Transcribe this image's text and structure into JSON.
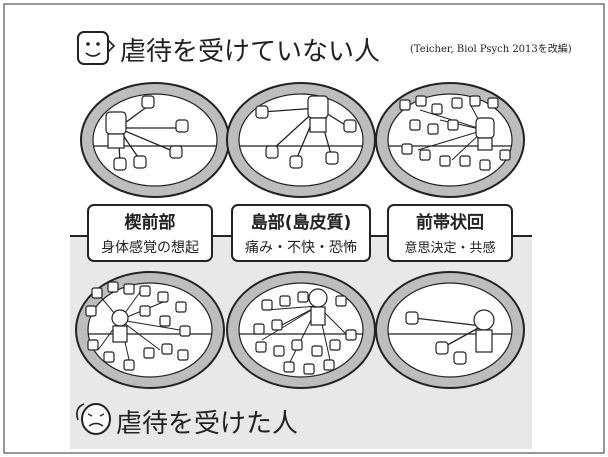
{
  "top_title": "虐待を受けていない人",
  "citation": "(Teicher, Biol Psych 2013を改編)",
  "bottom_title": "虐待を受けた人",
  "regions": [
    {
      "name": "楔前部",
      "function": "身体感覚の想起"
    },
    {
      "name": "島部(島皮質)",
      "function": "痛み・不快・恐怖"
    },
    {
      "name": "前帯状回",
      "function": "意思決定・共感"
    }
  ],
  "colors": {
    "frame": "#333333",
    "lower_band": "#e8e8e8",
    "ring": "#bdbdbd",
    "inner": "#ffffff",
    "ink": "#222222"
  },
  "icons": [
    "smiling-face-icon",
    "sad-face-icon"
  ]
}
